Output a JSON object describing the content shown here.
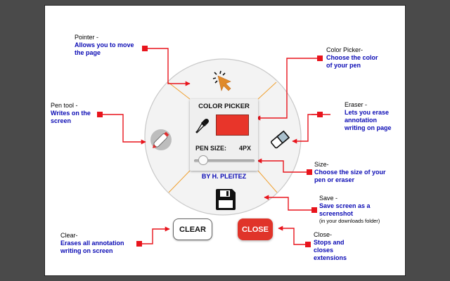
{
  "panel": {
    "title": "COLOR PICKER",
    "pen_size_label": "PEN SIZE:",
    "pen_size_value": "4PX",
    "pen_size_fraction": 0.08,
    "selected_color": "#e8352a",
    "author": "BY H. PLEITEZ"
  },
  "buttons": {
    "clear": "CLEAR",
    "close": "CLOSE"
  },
  "colors": {
    "callout": "#e8141c",
    "description": "#0a0ab4",
    "ring_divider": "#f0a030",
    "pointer_icon": "#e08a2a",
    "close_button": "#e0342a"
  },
  "tools": [
    {
      "id": "pointer",
      "icon": "pointer-click-icon"
    },
    {
      "id": "pen",
      "icon": "pen-icon"
    },
    {
      "id": "eraser",
      "icon": "eraser-icon"
    },
    {
      "id": "save",
      "icon": "floppy-disk-icon"
    },
    {
      "id": "color_picker",
      "icon": "eyedropper-icon"
    }
  ],
  "callouts": {
    "pointer": {
      "title": "Pointer -",
      "desc": [
        "Allows you to move",
        "the page"
      ]
    },
    "pen": {
      "title": "Pen tool -",
      "desc": [
        "Writes on the",
        "screen"
      ]
    },
    "color_picker": {
      "title": "Color Picker-",
      "desc": [
        "Choose the color",
        "of your pen"
      ]
    },
    "eraser": {
      "title": "Eraser -",
      "desc": [
        "Lets you erase",
        "annotation",
        "writing on page"
      ]
    },
    "size": {
      "title": "Size-",
      "desc": [
        "Choose the size of your",
        "pen or eraser"
      ]
    },
    "save": {
      "title": "Save -",
      "desc": [
        "Save screen as a",
        "screenshot"
      ],
      "note": "(in your downloads folder)"
    },
    "clear": {
      "title": "Clear-",
      "desc": [
        "Erases all annotation",
        "writing on screen"
      ]
    },
    "close": {
      "title": "Close-",
      "desc": [
        "Stops and",
        "closes",
        "extensions"
      ]
    }
  }
}
